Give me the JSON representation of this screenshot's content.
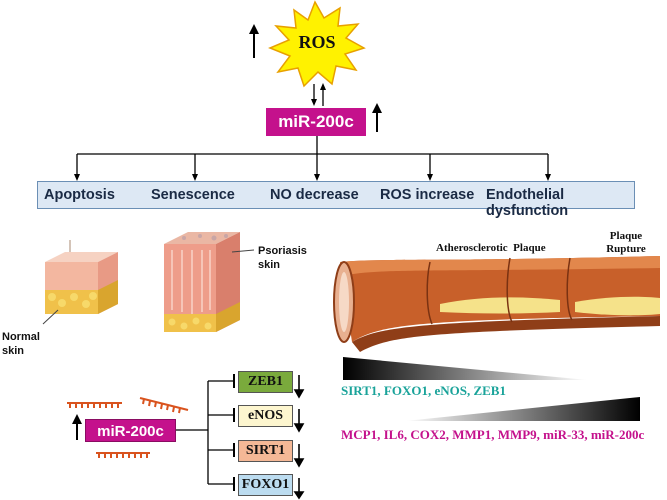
{
  "top": {
    "ros_label": "ROS",
    "mir_label": "miR-200c"
  },
  "effects": [
    "Apoptosis",
    "Senescence",
    "NO decrease",
    "ROS increase",
    "Endothelial dysfunction"
  ],
  "skin": {
    "normal_label": "Normal skin",
    "psoriasis_label": "Psoriasis skin"
  },
  "vessel": {
    "plaque_label": "Atherosclerotic  Plaque",
    "rupture_label": "Plaque Rupture"
  },
  "bottom": {
    "mir_label": "miR-200c",
    "targets": [
      {
        "label": "ZEB1",
        "color": "#7aaa3c"
      },
      {
        "label": "eNOS",
        "color": "#fdf6cf"
      },
      {
        "label": "SIRT1",
        "color": "#f4b896"
      },
      {
        "label": "FOXO1",
        "color": "#bcdcf0"
      }
    ]
  },
  "gradients": {
    "down_list": "SIRT1, FOXO1, eNOS, ZEB1",
    "down_color": "#1aa39a",
    "up_list": "MCP1, IL6, COX2, MMP1, MMP9, miR-33, miR-200c",
    "up_color": "#c4118c"
  }
}
